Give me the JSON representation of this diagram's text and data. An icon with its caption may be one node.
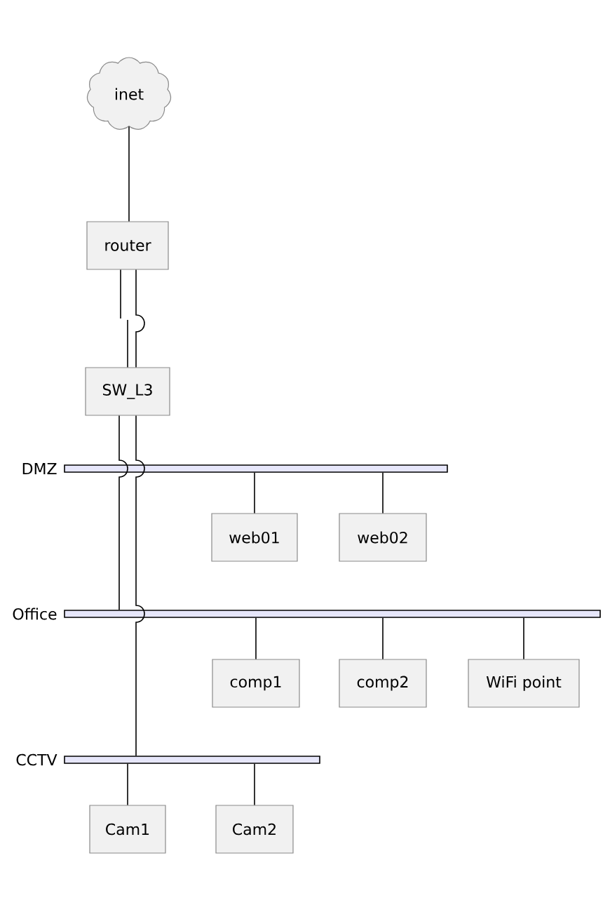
{
  "diagram": {
    "nodes": [
      {
        "text": [
          "inet"
        ]
      },
      {
        "text": [
          "router"
        ]
      },
      {
        "text": [
          "SW_L3"
        ]
      },
      {
        "text": [
          "DMZ"
        ]
      },
      {
        "text": [
          "web01"
        ]
      },
      {
        "text": [
          "web02"
        ]
      },
      {
        "text": [
          "Office"
        ]
      },
      {
        "text": [
          "comp1"
        ]
      },
      {
        "text": [
          "comp2"
        ]
      },
      {
        "text": [
          "WiFi point"
        ]
      },
      {
        "text": [
          "CCTV"
        ]
      },
      {
        "text": [
          "Cam1"
        ]
      },
      {
        "text": [
          "Cam2"
        ]
      }
    ],
    "edges": [
      {
        "from": 0,
        "to": 1,
        "arrow": "none"
      },
      {
        "from": 1,
        "to": null,
        "arrow": "none"
      },
      {
        "from": null,
        "to": 2,
        "arrow": "none"
      },
      {
        "from": 1,
        "to": 2,
        "arrow": "none"
      },
      {
        "from": 2,
        "to": 6,
        "arrow": "none"
      },
      {
        "from": 2,
        "to": 10,
        "arrow": "none"
      },
      {
        "from": 3,
        "to": 4,
        "arrow": "none"
      },
      {
        "from": 3,
        "to": 5,
        "arrow": "none"
      },
      {
        "from": 6,
        "to": 7,
        "arrow": "none"
      },
      {
        "from": 6,
        "to": 8,
        "arrow": "none"
      },
      {
        "from": 6,
        "to": 9,
        "arrow": "none"
      },
      {
        "from": 10,
        "to": 11,
        "arrow": "none"
      },
      {
        "from": 10,
        "to": 12,
        "arrow": "none"
      }
    ]
  }
}
